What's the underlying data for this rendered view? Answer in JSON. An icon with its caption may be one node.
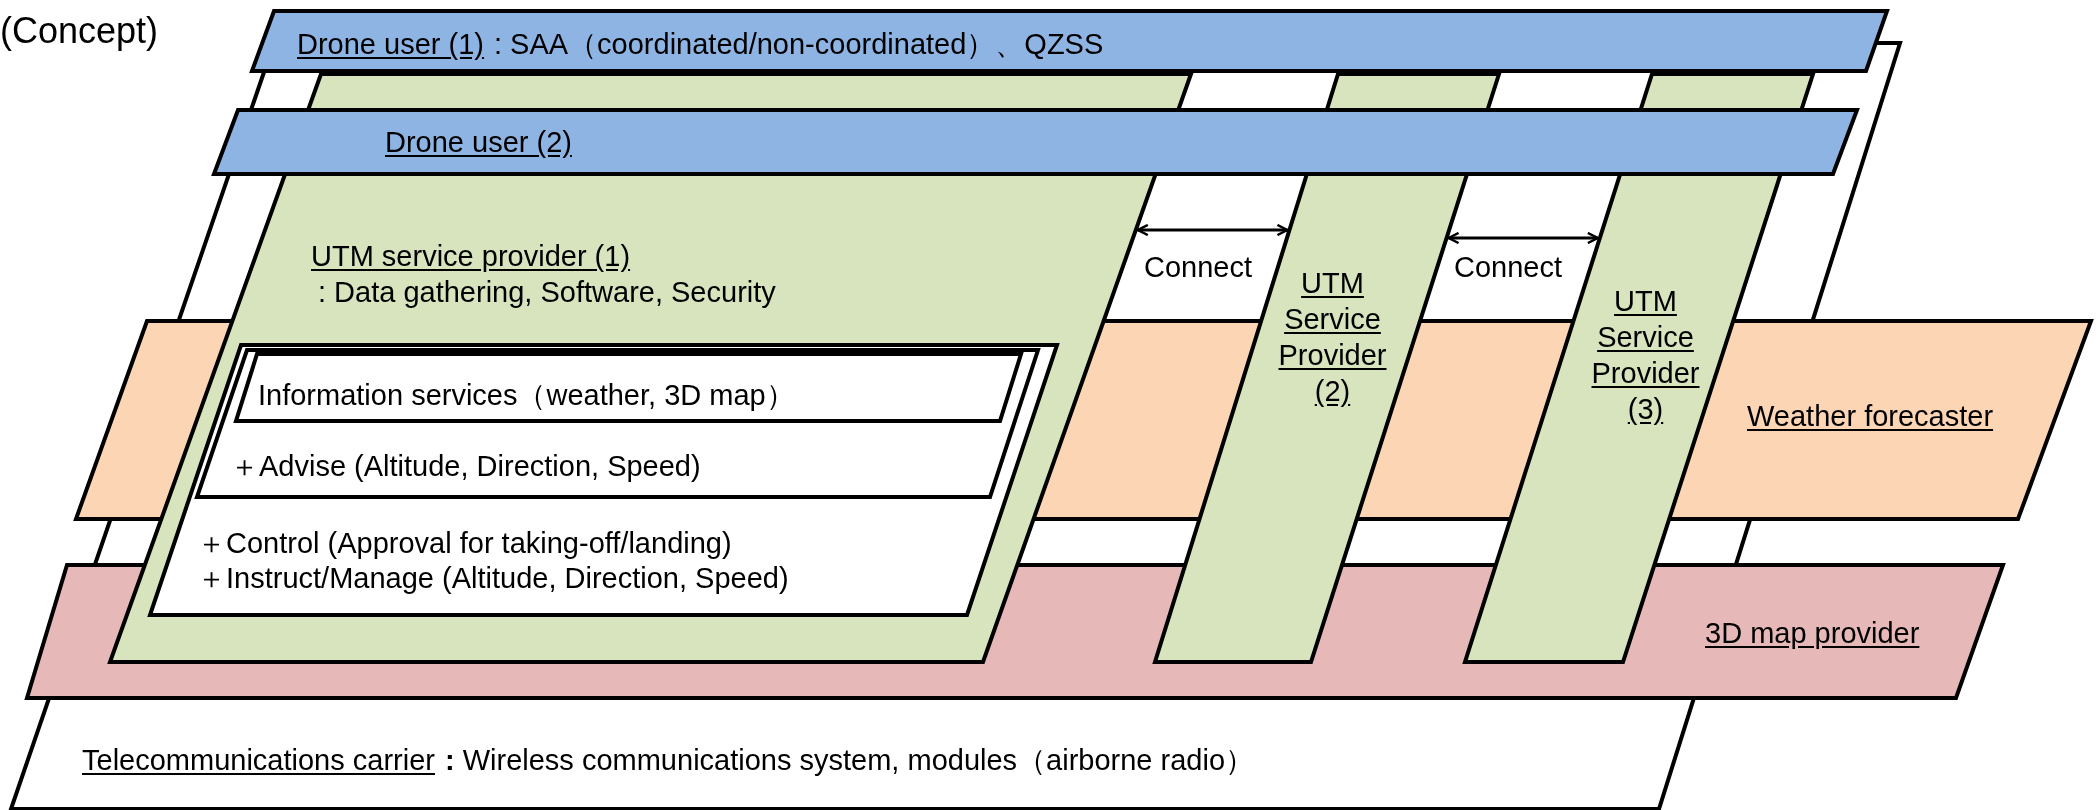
{
  "diagram": {
    "nodes": [
      {
        "text": [
          "Drone user (1)",
          ": SAA（coordinated/non-coordinated）、QZSS"
        ]
      },
      {
        "text": [
          "Drone user (2)"
        ],
        "in": 10
      },
      {
        "text": [
          "UTM service provider (1)",
          ": Data gathering, Software, Security"
        ],
        "in": 10
      },
      {
        "text": [
          "＋Control (Approval for taking-off/landing)",
          "＋Instruct/Manage (Altitude, Direction, Speed)"
        ],
        "in": 2
      },
      {
        "text": [
          "＋Advise (Altitude, Direction, Speed)"
        ]
      },
      {
        "text": [
          "Information services（weather, 3D map）"
        ],
        "in": 4
      },
      {
        "text": [
          "UTM Service Provider (2)"
        ],
        "in": 10
      },
      {
        "text": [
          "UTM Service Provider (3)"
        ],
        "in": 10
      },
      {
        "text": [
          "Weather forecaster"
        ]
      },
      {
        "text": [
          "3D map provider"
        ]
      },
      {
        "text": [
          "Telecommunications carrier",
          "**:** Wireless communications system, modules（airborne radio）"
        ]
      }
    ],
    "edges": [
      {
        "from": 2,
        "to": 6,
        "arrow": "both",
        "label": "Connect"
      },
      {
        "from": 6,
        "to": 7,
        "arrow": "both",
        "label": "Connect"
      }
    ],
    "labels": [
      "(Concept)"
    ]
  }
}
